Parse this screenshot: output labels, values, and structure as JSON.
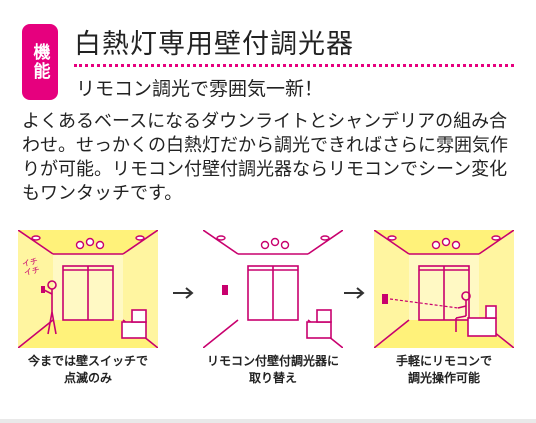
{
  "header": {
    "badge": "機能",
    "title": "白熱灯専用壁付調光器",
    "subtitle": "リモコン調光で雰囲気一新！"
  },
  "description": "よくあるベースになるダウンライトとシャンデリアの組み合わせ。せっかくの白熱灯だから調光できればさらに雰囲気作りが可能。リモコン付壁付調光器ならリモコンでシーン変化もワンタッチです。",
  "steps": [
    {
      "caption": "今までは壁スイッチで\n点滅のみ",
      "scribble": "イチ\nイチ"
    },
    {
      "caption": "リモコン付壁付調光器に\n取り替え"
    },
    {
      "caption": "手軽にリモコンで\n調光操作可能"
    }
  ],
  "colors": {
    "accent": "#e6007e",
    "light_glow": "#fff27a",
    "line": "#c8006e"
  }
}
